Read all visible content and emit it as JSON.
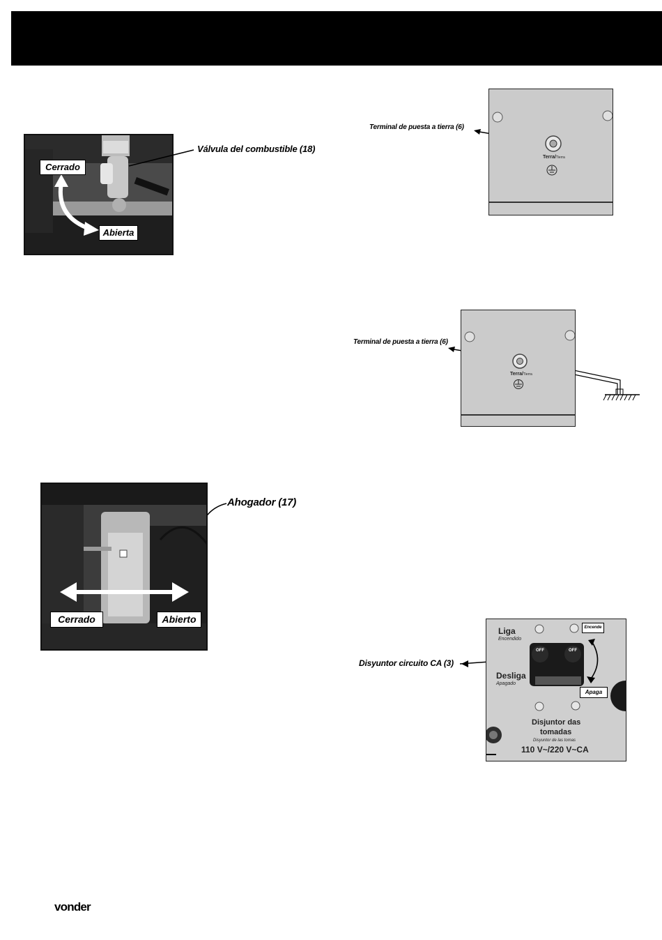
{
  "fuel_valve_figure": {
    "callout": "Válvula del combustible (18)",
    "closed_label": "Cerrado",
    "open_label": "Abierta"
  },
  "ground_terminal_figure_1": {
    "callout": "Terminal de puesta a tierra (6)",
    "panel_label_main": "Terra/",
    "panel_label_sub": "Tierra"
  },
  "ground_terminal_figure_2": {
    "callout": "Terminal de puesta a tierra (6)",
    "panel_label_main": "Terra/",
    "panel_label_sub": "Tierra"
  },
  "choke_figure": {
    "callout": "Ahogador (17)",
    "closed_label": "Cerrado",
    "open_label": "Abierto"
  },
  "breaker_figure": {
    "callout": "Disyuntor circuito CA (3)",
    "liga": "Liga",
    "encendido": "Encendido",
    "desliga": "Desliga",
    "apagado": "Apagado",
    "encende": "Encende",
    "apaga": "Apaga",
    "switch_off_1": "OFF",
    "switch_off_2": "OFF",
    "title_line1": "Disjuntor das",
    "title_line2": "tomadas",
    "subtitle": "Disyuntor de las tomas",
    "rating": "110 V~/220 V~CA"
  },
  "footer": {
    "brand": "vonder"
  }
}
